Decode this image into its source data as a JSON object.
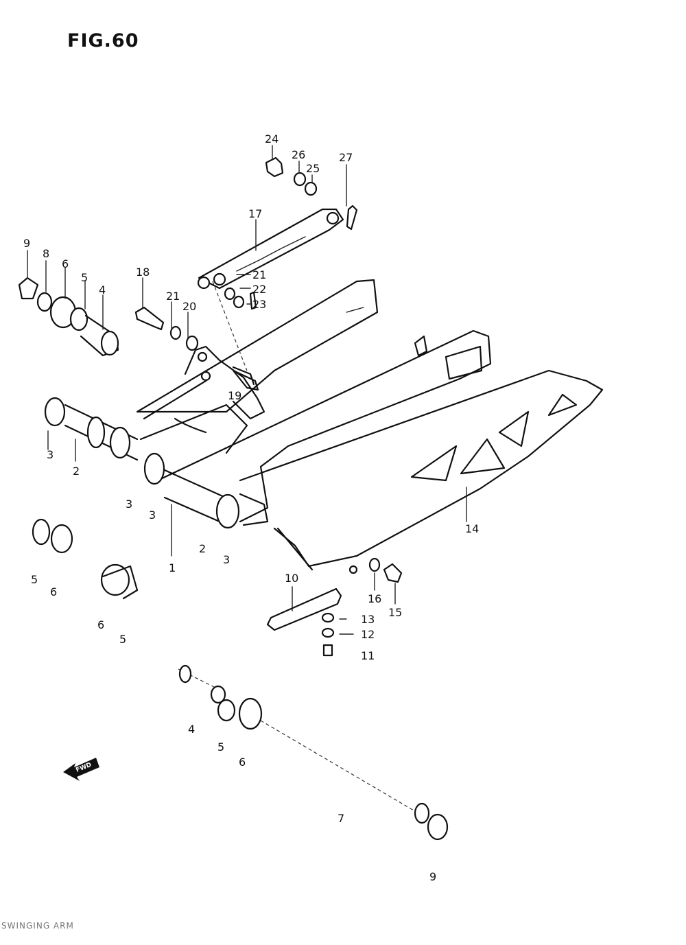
{
  "figure": {
    "title": "FIG.60"
  },
  "footer": {
    "code": "SWINGING ARM"
  },
  "fwd_label": "FWD",
  "callouts": [
    {
      "id": "c24",
      "text": "24"
    },
    {
      "id": "c26",
      "text": "26"
    },
    {
      "id": "c25",
      "text": "25"
    },
    {
      "id": "c27",
      "text": "27"
    },
    {
      "id": "c17",
      "text": "17"
    },
    {
      "id": "c9",
      "text": "9"
    },
    {
      "id": "c8",
      "text": "8"
    },
    {
      "id": "c6a",
      "text": "6"
    },
    {
      "id": "c5a",
      "text": "5"
    },
    {
      "id": "c4a",
      "text": "4"
    },
    {
      "id": "c18",
      "text": "18"
    },
    {
      "id": "c21a",
      "text": "21"
    },
    {
      "id": "c20",
      "text": "20"
    },
    {
      "id": "c21b",
      "text": "21"
    },
    {
      "id": "c22",
      "text": "22"
    },
    {
      "id": "c23",
      "text": "23"
    },
    {
      "id": "c19",
      "text": "19"
    },
    {
      "id": "c3a",
      "text": "3"
    },
    {
      "id": "c2a",
      "text": "2"
    },
    {
      "id": "c3b",
      "text": "3"
    },
    {
      "id": "c3c",
      "text": "3"
    },
    {
      "id": "c2b",
      "text": "2"
    },
    {
      "id": "c1",
      "text": "1"
    },
    {
      "id": "c3d",
      "text": "3"
    },
    {
      "id": "c14",
      "text": "14"
    },
    {
      "id": "c5b",
      "text": "5"
    },
    {
      "id": "c6b",
      "text": "6"
    },
    {
      "id": "c6c",
      "text": "6"
    },
    {
      "id": "c5c",
      "text": "5"
    },
    {
      "id": "c10",
      "text": "10"
    },
    {
      "id": "c16",
      "text": "16"
    },
    {
      "id": "c15",
      "text": "15"
    },
    {
      "id": "c13",
      "text": "13"
    },
    {
      "id": "c12",
      "text": "12"
    },
    {
      "id": "c11",
      "text": "11"
    },
    {
      "id": "c4b",
      "text": "4"
    },
    {
      "id": "c5d",
      "text": "5"
    },
    {
      "id": "c6d",
      "text": "6"
    },
    {
      "id": "c7",
      "text": "7"
    },
    {
      "id": "c9b",
      "text": "9"
    }
  ]
}
